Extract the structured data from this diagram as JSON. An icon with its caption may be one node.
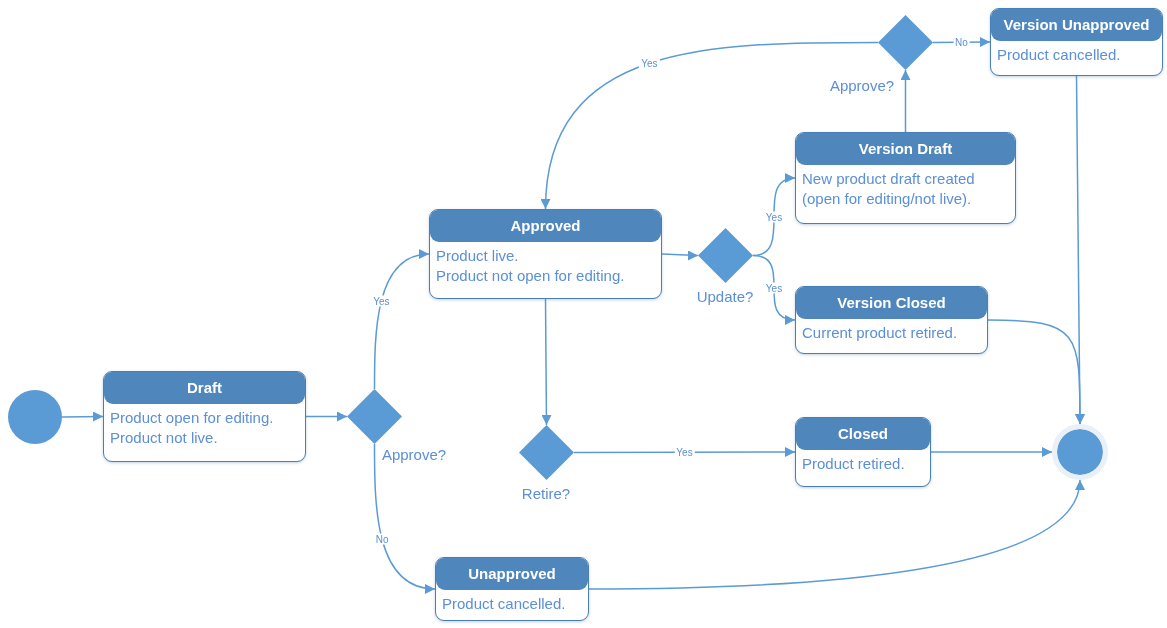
{
  "diagram": {
    "nodes": [
      {
        "text": [],
        "shape": "circle"
      },
      {
        "text": [
          "Draft",
          "Product open for editing.",
          "Product not live."
        ]
      },
      {
        "text": [],
        "shape": "diamond",
        "beside": [
          "Approve?"
        ]
      },
      {
        "text": [
          "Approved",
          "Product live.",
          "Product not open for editing."
        ]
      },
      {
        "text": [
          "Unapproved",
          "Product cancelled."
        ]
      },
      {
        "text": [],
        "shape": "diamond",
        "beside": [
          "Update?"
        ]
      },
      {
        "text": [
          "Version Draft",
          "New product draft created (open for editing/not live)."
        ]
      },
      {
        "text": [
          "Version Closed",
          "Current product retired."
        ]
      },
      {
        "text": [],
        "shape": "diamond",
        "beside": [
          "Approve?"
        ]
      },
      {
        "text": [
          "Version Unapproved",
          "Product cancelled."
        ]
      },
      {
        "text": [],
        "shape": "diamond",
        "beside": [
          "Retire?"
        ]
      },
      {
        "text": [
          "Closed",
          "Product retired."
        ]
      },
      {
        "text": [],
        "shape": "circle"
      }
    ],
    "edges": [
      {
        "from": 0,
        "to": 1,
        "arrow": "to"
      },
      {
        "from": 1,
        "to": 2,
        "arrow": "to"
      },
      {
        "from": 2,
        "to": 3,
        "arrow": "to",
        "label": "Yes"
      },
      {
        "from": 2,
        "to": 4,
        "arrow": "to",
        "label": "No"
      },
      {
        "from": 3,
        "to": 5,
        "arrow": "to"
      },
      {
        "from": 5,
        "to": 6,
        "arrow": "to",
        "label": "Yes"
      },
      {
        "from": 5,
        "to": 7,
        "arrow": "to",
        "label": "Yes"
      },
      {
        "from": 6,
        "to": 8,
        "arrow": "to"
      },
      {
        "from": 8,
        "to": 9,
        "arrow": "to",
        "label": "No"
      },
      {
        "from": 8,
        "to": 3,
        "arrow": "to",
        "label": "Yes"
      },
      {
        "from": 3,
        "to": 10,
        "arrow": "to"
      },
      {
        "from": 10,
        "to": 11,
        "arrow": "to",
        "label": "Yes"
      },
      {
        "from": 11,
        "to": 12,
        "arrow": "to"
      },
      {
        "from": 7,
        "to": 12,
        "arrow": "to"
      },
      {
        "from": 9,
        "to": 12,
        "arrow": "to"
      },
      {
        "from": 4,
        "to": 12,
        "arrow": "to"
      }
    ]
  }
}
